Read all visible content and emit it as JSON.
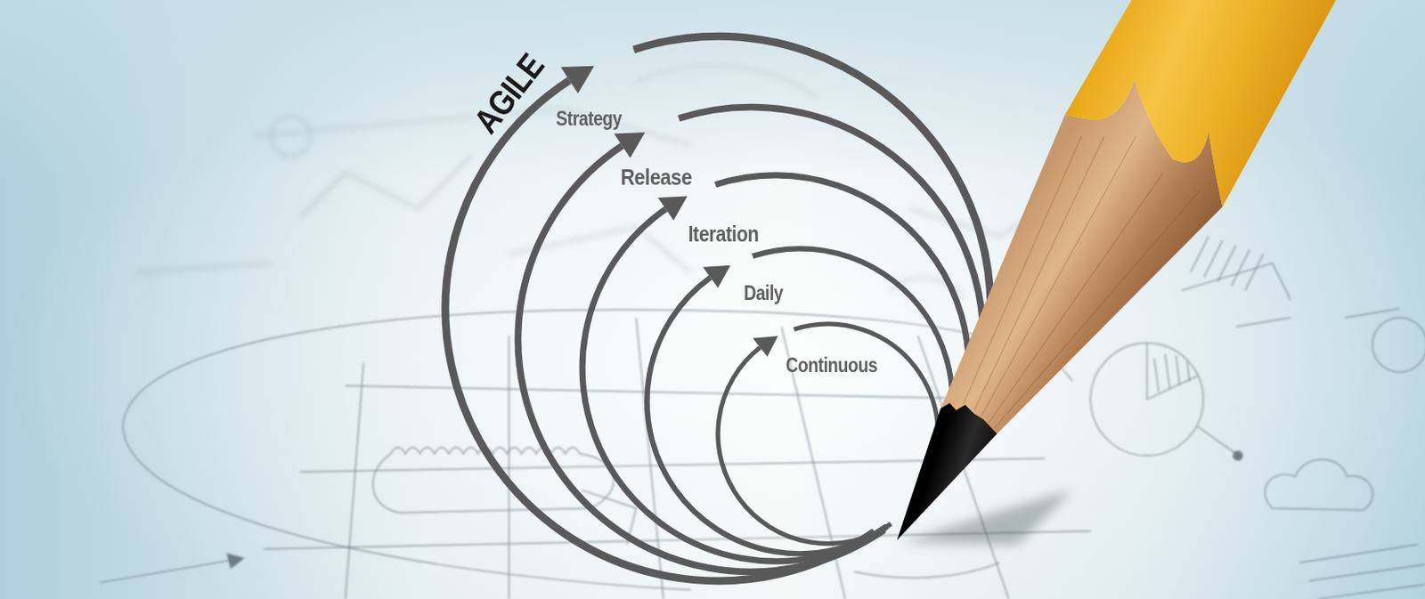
{
  "diagram": {
    "labels": [
      "AGILE",
      "Strategy",
      "Release",
      "Iteration",
      "Daily",
      "Continuous"
    ]
  }
}
